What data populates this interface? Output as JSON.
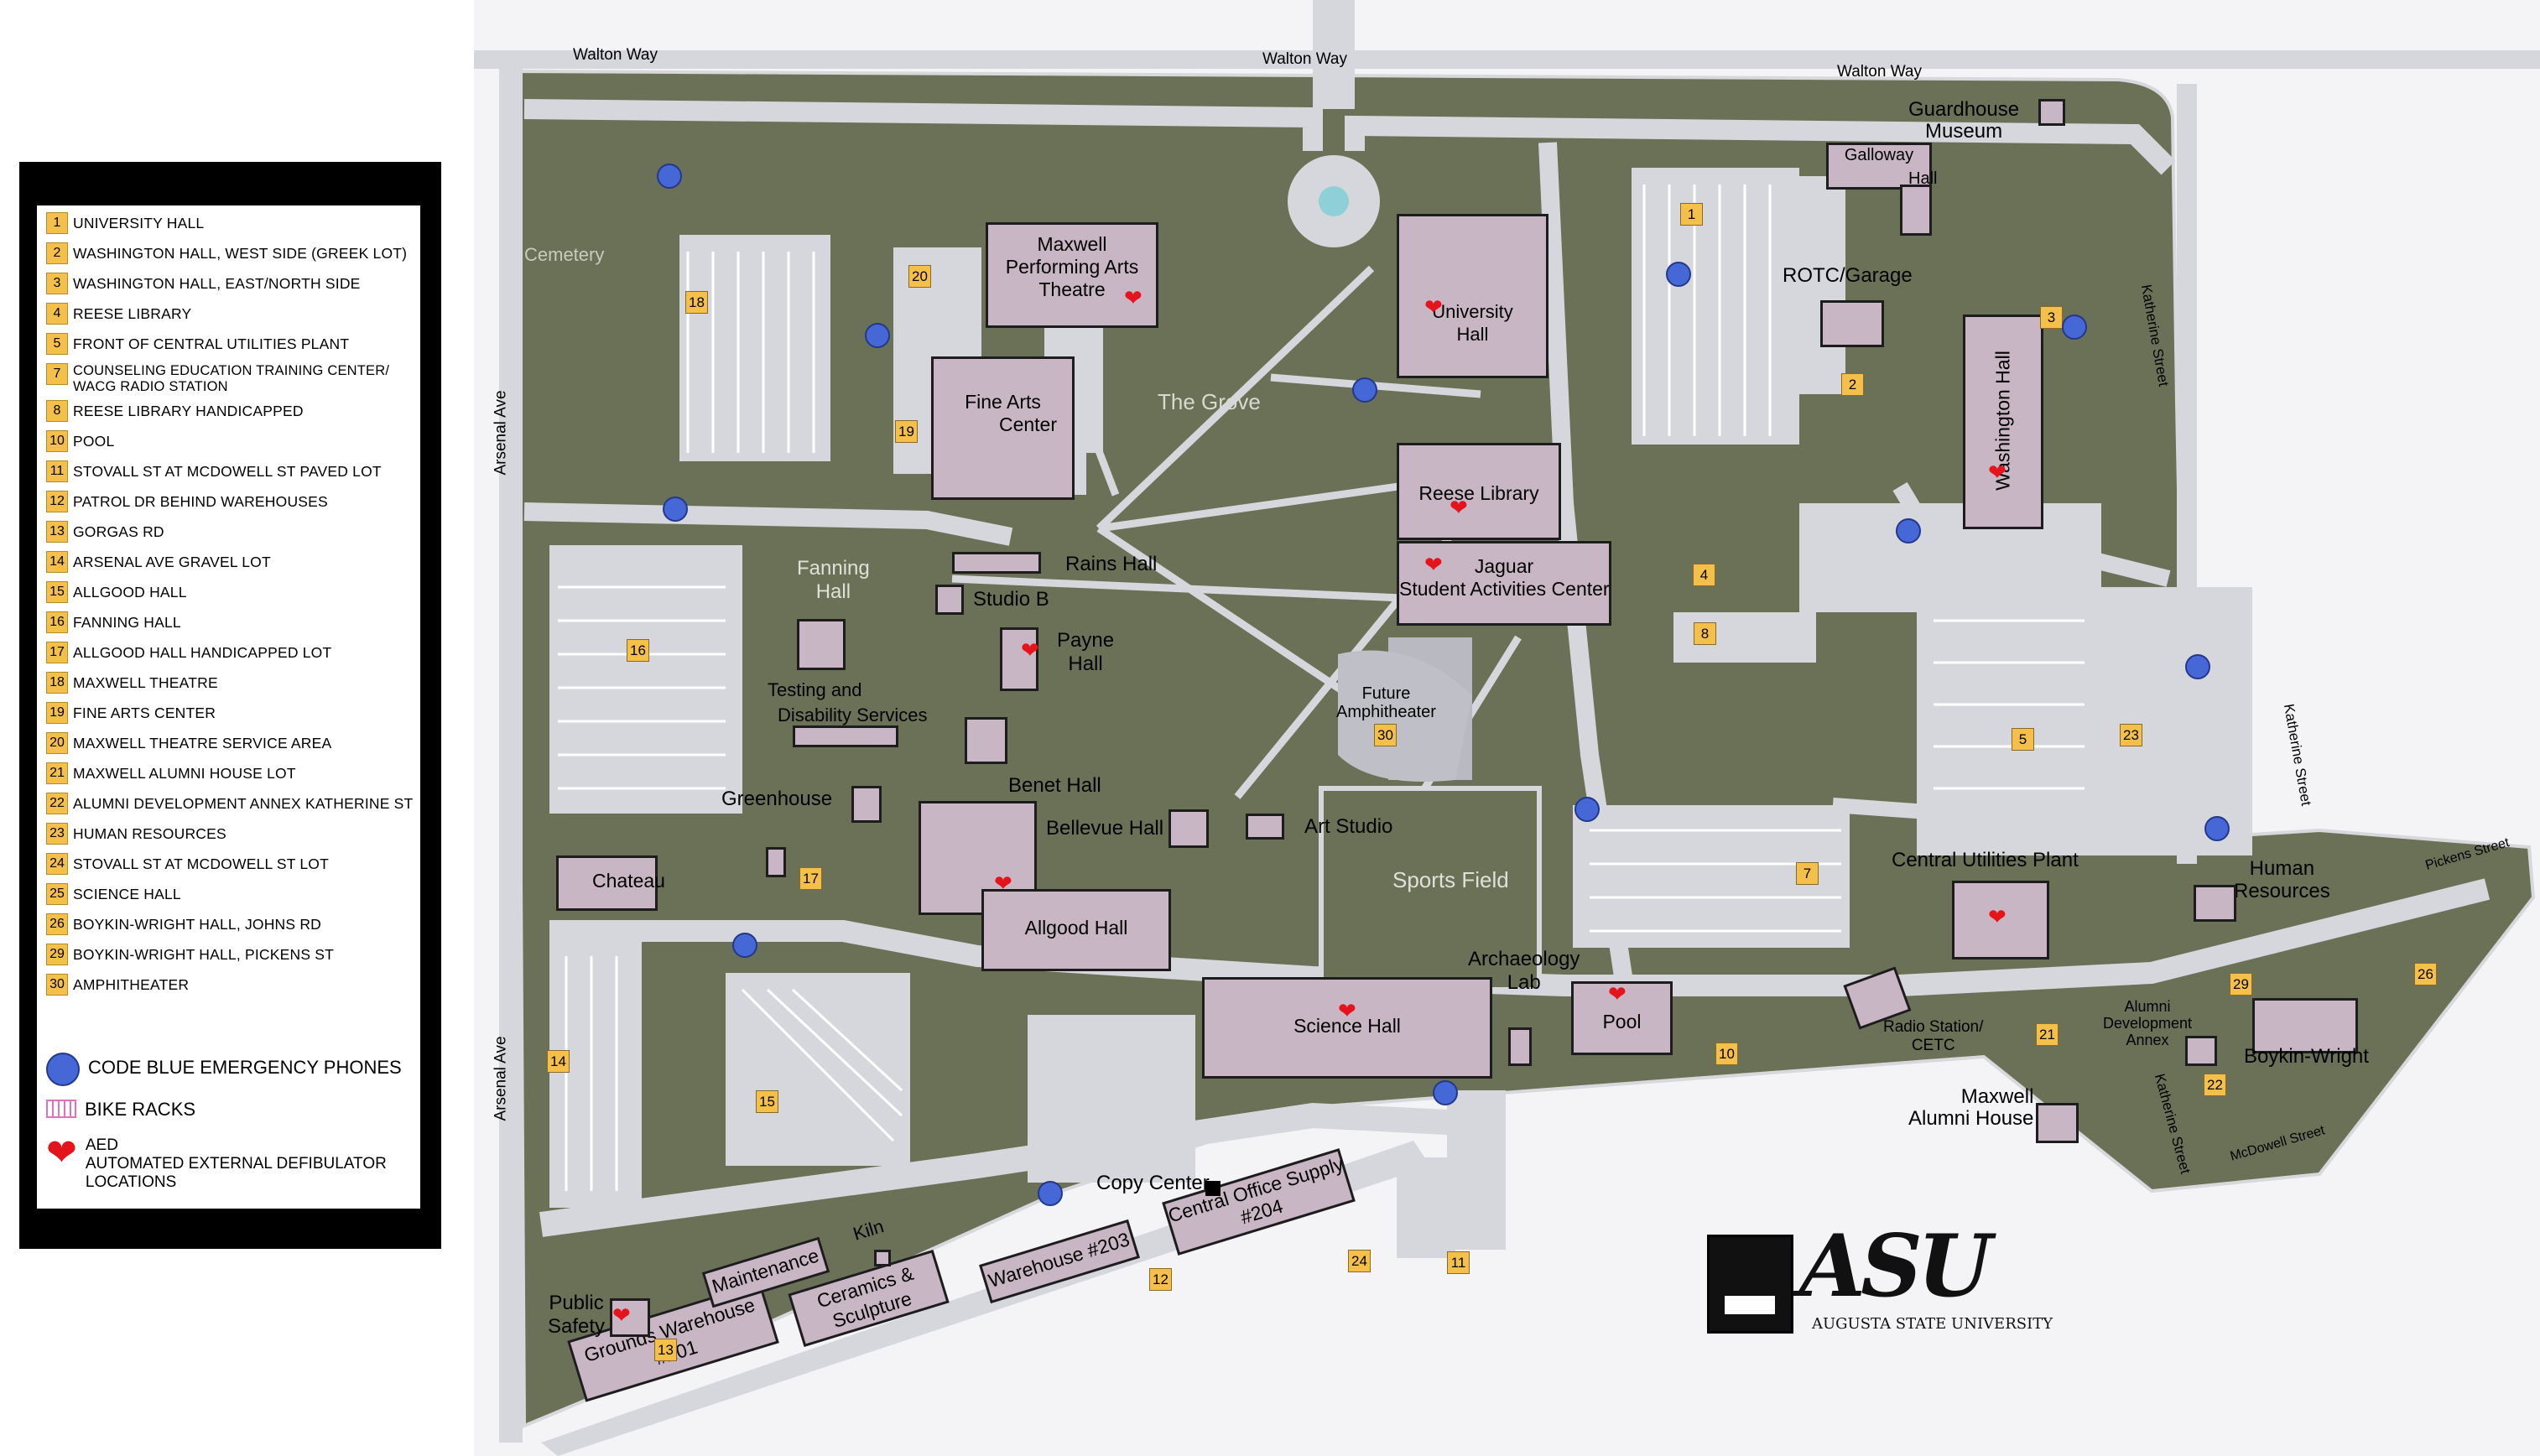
{
  "legend": {
    "items": [
      {
        "num": "1",
        "label": "UNIVERSITY HALL"
      },
      {
        "num": "2",
        "label": "WASHINGTON HALL, WEST SIDE (GREEK LOT)"
      },
      {
        "num": "3",
        "label": "WASHINGTON HALL, EAST/NORTH SIDE"
      },
      {
        "num": "4",
        "label": "REESE LIBRARY"
      },
      {
        "num": "5",
        "label": "FRONT OF CENTRAL UTILITIES PLANT"
      },
      {
        "num": "7",
        "label": "COUNSELING EDUCATION TRAINING CENTER/ WACG RADIO STATION"
      },
      {
        "num": "8",
        "label": "REESE LIBRARY HANDICAPPED"
      },
      {
        "num": "10",
        "label": "POOL"
      },
      {
        "num": "11",
        "label": "STOVALL ST AT MCDOWELL ST PAVED LOT"
      },
      {
        "num": "12",
        "label": "PATROL DR BEHIND WAREHOUSES"
      },
      {
        "num": "13",
        "label": "GORGAS RD"
      },
      {
        "num": "14",
        "label": "ARSENAL AVE GRAVEL LOT"
      },
      {
        "num": "15",
        "label": "ALLGOOD HALL"
      },
      {
        "num": "16",
        "label": "FANNING HALL"
      },
      {
        "num": "17",
        "label": "ALLGOOD HALL HANDICAPPED LOT"
      },
      {
        "num": "18",
        "label": "MAXWELL THEATRE"
      },
      {
        "num": "19",
        "label": "FINE ARTS CENTER"
      },
      {
        "num": "20",
        "label": "MAXWELL THEATRE SERVICE AREA"
      },
      {
        "num": "21",
        "label": "MAXWELL ALUMNI HOUSE  LOT"
      },
      {
        "num": "22",
        "label": "ALUMNI DEVELOPMENT ANNEX KATHERINE ST"
      },
      {
        "num": "23",
        "label": "HUMAN RESOURCES"
      },
      {
        "num": "24",
        "label": "STOVALL ST AT MCDOWELL ST LOT"
      },
      {
        "num": "25",
        "label": "SCIENCE HALL"
      },
      {
        "num": "26",
        "label": "BOYKIN-WRIGHT HALL, JOHNS RD"
      },
      {
        "num": "29",
        "label": "BOYKIN-WRIGHT HALL, PICKENS ST"
      },
      {
        "num": "30",
        "label": "AMPHITHEATER"
      }
    ],
    "symbols": {
      "phones": "CODE BLUE EMERGENCY  PHONES",
      "bikes": "BIKE RACKS",
      "aed_1": "AED",
      "aed_2": "AUTOMATED EXTERNAL DEFIBULATOR",
      "aed_3": "LOCATIONS"
    }
  },
  "roads": {
    "walton_1": "Walton Way",
    "walton_2": "Walton Way",
    "walton_3": "Walton Way",
    "arsenal_1": "Arsenal Ave",
    "arsenal_2": "Arsenal Ave",
    "katherine_1": "Katherine Street",
    "katherine_2": "Katherine Street",
    "katherine_3": "Katherine Street",
    "pickens": "Pickens Street",
    "mcdowell": "McDowell Street"
  },
  "buildings": {
    "maxwell": [
      "Maxwell",
      "Performing Arts",
      "Theatre"
    ],
    "university": [
      "University",
      "Hall"
    ],
    "fine_arts": [
      "Fine Arts",
      "Center"
    ],
    "reese": "Reese Library",
    "jaguar": [
      "Jaguar",
      "Student Activities Center"
    ],
    "washington": "Washington Hall",
    "galloway": [
      "Galloway",
      "Hall"
    ],
    "guardhouse": [
      "Guardhouse",
      "Museum"
    ],
    "rotc": "ROTC/Garage",
    "allgood": "Allgood Hall",
    "science": "Science Hall",
    "pool": "Pool",
    "chateau": "Chateau",
    "central_utilities": "Central Utilities Plant",
    "human_resources": [
      "Human",
      "Resources"
    ],
    "boykin": "Boykin-Wright",
    "alumni_annex": [
      "Alumni",
      "Development",
      "Annex"
    ],
    "maxwell_alumni": [
      "Maxwell",
      "Alumni House"
    ],
    "radio": [
      "Radio Station/",
      "CETC"
    ],
    "grounds": [
      "Grounds Warehouse",
      "#201"
    ],
    "ceramics": [
      "Ceramics &",
      "Sculpture"
    ],
    "maintenance": "Maintenance",
    "warehouse203": "Warehouse #203",
    "central_office": [
      "Central Office Supply",
      "#204"
    ],
    "public_safety": [
      "Public",
      "Safety"
    ]
  },
  "places": {
    "cemetery": "Cemetery",
    "grove": "The Grove",
    "sports_field": "Sports Field",
    "fanning": [
      "Fanning",
      "Hall"
    ],
    "rains": "Rains Hall",
    "studio_b": "Studio B",
    "payne": [
      "Payne",
      "Hall"
    ],
    "testing": [
      "Testing and",
      "Disability Services"
    ],
    "benet": "Benet Hall",
    "greenhouse": "Greenhouse",
    "bellevue": "Bellevue Hall",
    "art_studio": "Art Studio",
    "amphitheater": [
      "Future",
      "Amphitheater"
    ],
    "archaeology": [
      "Archaeology",
      "Lab"
    ],
    "copy_center": "Copy Center",
    "kiln": "Kiln"
  },
  "lot_numbers": {
    "n1": "1",
    "n2": "2",
    "n3": "3",
    "n4": "4",
    "n5": "5",
    "n7": "7",
    "n8": "8",
    "n10": "10",
    "n11": "11",
    "n12": "12",
    "n13": "13",
    "n14": "14",
    "n15": "15",
    "n16": "16",
    "n17": "17",
    "n18": "18",
    "n19": "19",
    "n20": "20",
    "n21": "21",
    "n22": "22",
    "n23": "23",
    "n24": "24",
    "n26": "26",
    "n29": "29",
    "n30": "30"
  },
  "logo": {
    "mark": "ASU",
    "name": "AUGUSTA STATE UNIVERSITY"
  },
  "colors": {
    "campus": "#6b7157",
    "building": "#c9b6c4",
    "paved": "#d6d7dc",
    "phone": "#4568d6",
    "aed": "#e3141c",
    "lot_number": "#f5c04a"
  }
}
